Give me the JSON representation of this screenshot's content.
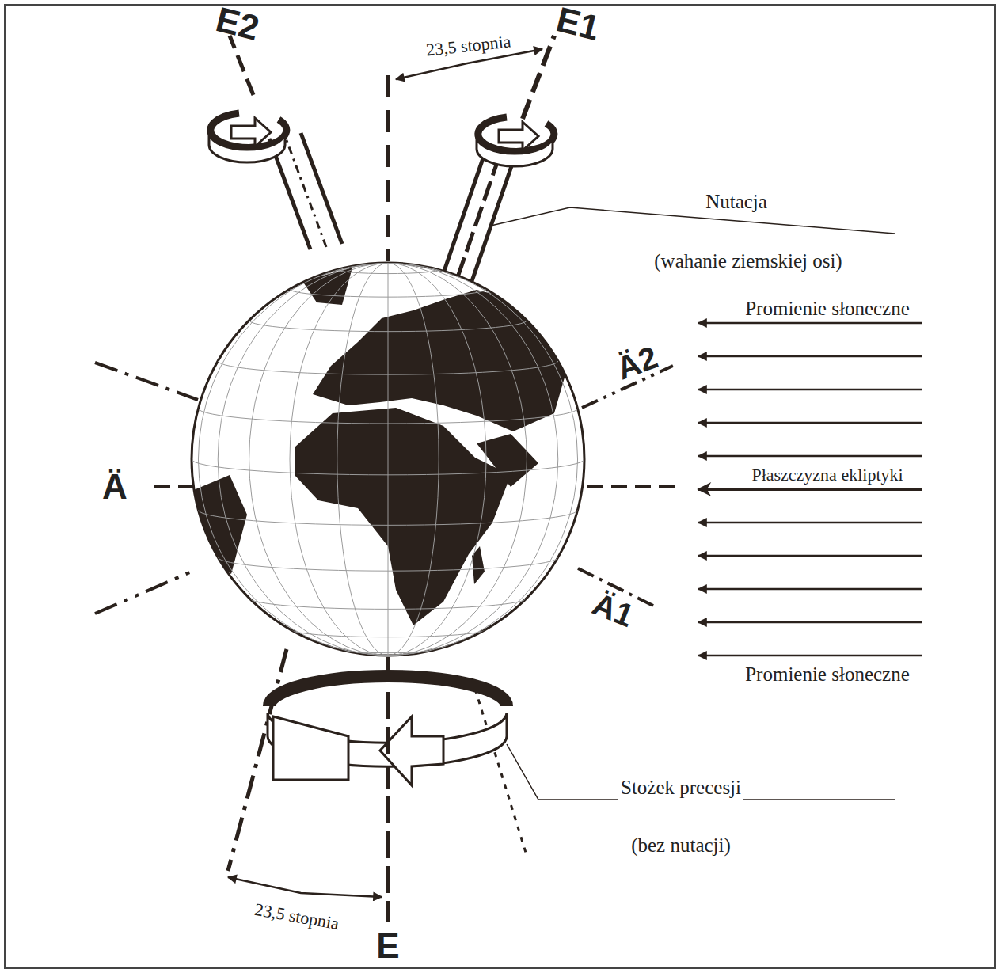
{
  "diagram": {
    "labels": [
      "23,5 stopnia",
      "E2",
      "E1",
      "Nutacja",
      "(wahanie ziemskiej osi)",
      "Promienie słoneczne",
      "Ä2",
      "Ä",
      "Płaszczyzna ekliptyki",
      "Ä1",
      "Promienie słoneczne",
      "Stożek precesji",
      "(bez nutacji)",
      "23,5 stopnia",
      "E"
    ]
  }
}
